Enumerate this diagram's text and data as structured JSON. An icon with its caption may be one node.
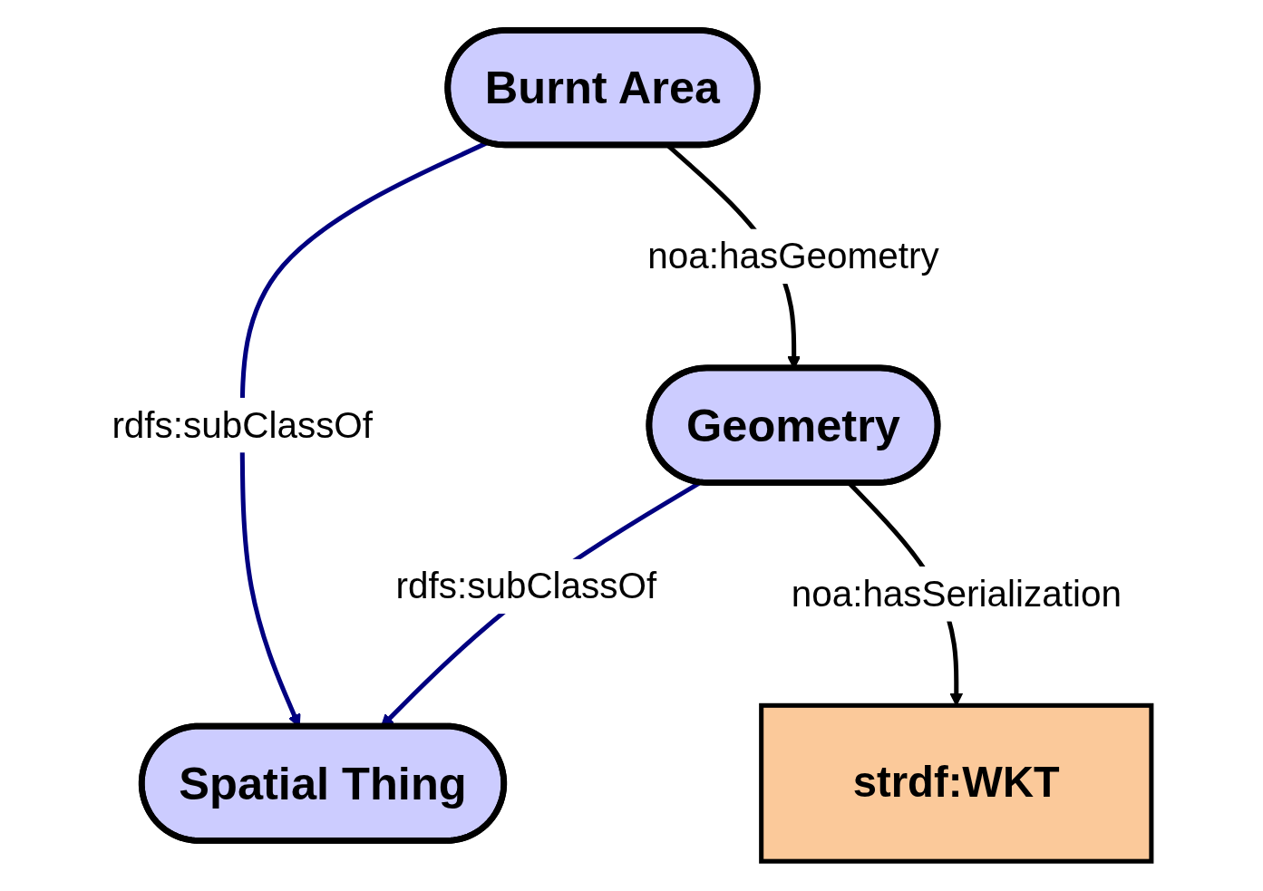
{
  "diagram": {
    "nodes": [
      {
        "text": [
          "Spatial Thing"
        ]
      },
      {
        "text": [
          "Burnt Area"
        ]
      },
      {
        "text": [
          "Geometry"
        ]
      },
      {
        "text": [
          "strdf:WKT"
        ]
      }
    ],
    "edges": [
      {
        "from": 1,
        "to": 0,
        "arrow": "to",
        "label": "rdfs:subClassOf",
        "color": "#000080"
      },
      {
        "from": 2,
        "to": 0,
        "arrow": "to",
        "label": "rdfs:subClassOf",
        "color": "#000080"
      },
      {
        "from": 1,
        "to": 2,
        "arrow": "to",
        "label": "noa:hasGeometry",
        "color": "#000000"
      },
      {
        "from": 2,
        "to": 3,
        "arrow": "to",
        "label": "noa:hasSerialization",
        "color": "#000000"
      }
    ]
  }
}
